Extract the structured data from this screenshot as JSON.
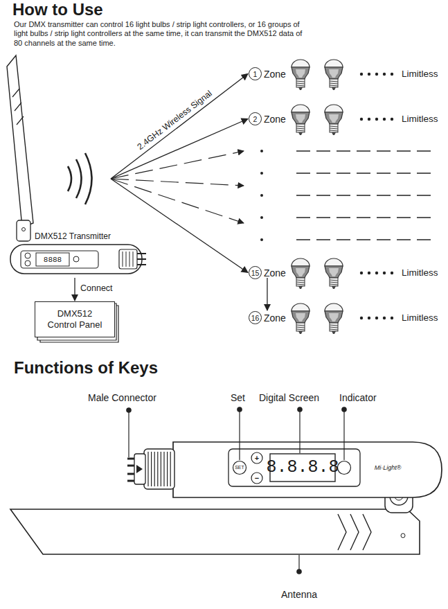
{
  "diagram": {
    "title": "How to Use",
    "nodes": [
      {
        "text": [
          "DMX512 Transmitter"
        ]
      },
      {
        "text": [
          "DMX512 Control Panel"
        ]
      },
      {
        "text": [
          "1",
          "Zone"
        ]
      },
      {
        "text": [
          "2",
          "Zone"
        ]
      },
      {
        "text": [
          "15",
          "Zone"
        ]
      },
      {
        "text": [
          "16",
          "Zone"
        ]
      }
    ],
    "edges": [
      {
        "from": 0,
        "to": 1,
        "arrow": "to",
        "label": "Connect"
      },
      {
        "from": 0,
        "to": 2,
        "arrow": "to",
        "label": "2.4GHz Wireless Signal"
      },
      {
        "from": 0,
        "to": 3,
        "arrow": "to"
      },
      {
        "from": 0,
        "to": 4,
        "arrow": "to"
      },
      {
        "from": 0,
        "to": 5,
        "arrow": "to"
      }
    ],
    "labels": [
      "Our DMX transmitter can control 16 light bulbs / strip light controllers, or 16 groups of light bulbs / strip light controllers at the same time, it can transmit the DMX512 data of 80 channels at the same time.",
      "8888",
      "Limitless",
      "Limitless",
      "Limitless",
      "Limitless",
      "Functions of Keys",
      "Male Connector",
      "Set",
      "Digital Screen",
      "Indicator",
      "SET",
      "+",
      "−",
      "8.8.8.8",
      "Mi·Light®",
      "Antenna"
    ]
  }
}
